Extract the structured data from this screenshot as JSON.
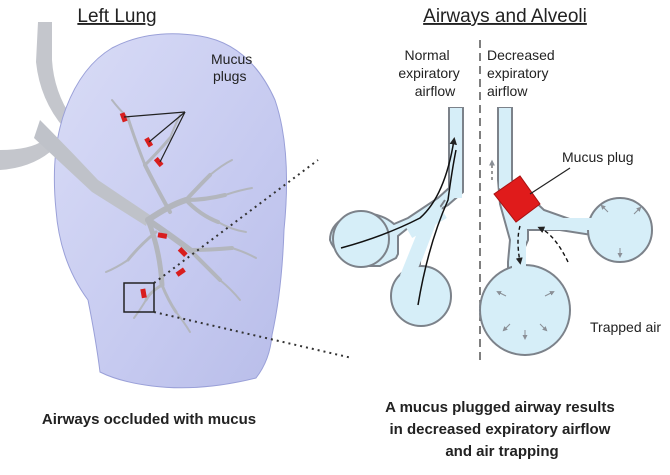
{
  "left_panel": {
    "title": "Left Lung",
    "label_mucus_plugs": [
      "Mucus",
      "plugs"
    ],
    "caption": "Airways occluded with mucus"
  },
  "right_panel": {
    "title": "Airways and Alveoli",
    "label_normal": [
      "Normal",
      "expiratory",
      "airflow"
    ],
    "label_decreased": [
      "Decreased",
      "expiratory",
      "airflow"
    ],
    "label_mucus_plug": "Mucus plug",
    "label_trapped_air": "Trapped air",
    "caption": [
      "A mucus plugged airway results",
      "in decreased expiratory airflow",
      "and air trapping"
    ]
  },
  "colors": {
    "lung_fill": "#c9cdf0",
    "airway_fill": "#d6eef8",
    "airway_stroke": "#8a8f96",
    "bronchus": "#b9bcc4",
    "mucus": "#e01b1b",
    "divider": "#555555"
  }
}
